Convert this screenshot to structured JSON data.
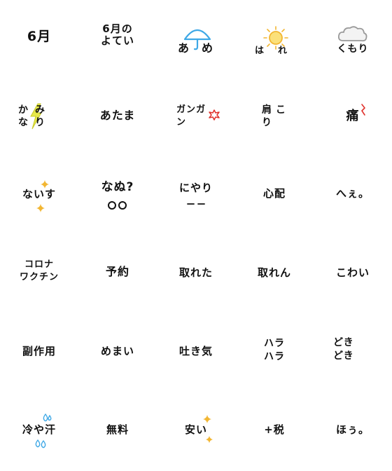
{
  "stickers": [
    {
      "text": "6月"
    },
    {
      "text": "6月の\nよてい"
    },
    {
      "text": "あめ",
      "icon": "umbrella-icon"
    },
    {
      "text": "はれ",
      "icon": "sun-icon"
    },
    {
      "text": "くもり",
      "icon": "cloud-icon"
    },
    {
      "text": "かみなり",
      "icon": "lightning-icon"
    },
    {
      "text": "あたま"
    },
    {
      "text": "ガンガン",
      "icon": "burst-icon"
    },
    {
      "text": "肩こり"
    },
    {
      "text": "痛",
      "icon": "pain-mark-icon"
    },
    {
      "text": "ないす",
      "icon": "sparkle-icon"
    },
    {
      "text": "なぬ?"
    },
    {
      "text": "にやり"
    },
    {
      "text": "心配"
    },
    {
      "text": "へぇ。"
    },
    {
      "text": "コロナ\nワクチン"
    },
    {
      "text": "予約"
    },
    {
      "text": "取れた"
    },
    {
      "text": "取れん"
    },
    {
      "text": "こわい"
    },
    {
      "text": "副作用"
    },
    {
      "text": "めまい"
    },
    {
      "text": "吐き気"
    },
    {
      "text": "ハラ\nハラ"
    },
    {
      "text": "どき\nどき"
    },
    {
      "text": "冷や汗",
      "icon": "sweat-drops-icon"
    },
    {
      "text": "無料"
    },
    {
      "text": "安い",
      "icon": "sparkle-icon"
    },
    {
      "text": "+税"
    },
    {
      "text": "ほぅ。"
    }
  ],
  "colors": {
    "ink": "#111111",
    "umbrella": "#3ea8e6",
    "sun": "#f2b632",
    "cloud": "#9a9a9a",
    "lightning": "#e6e84a",
    "burst": "#e0322c",
    "sparkle": "#f2b632",
    "sweat": "#3ea8e6"
  }
}
